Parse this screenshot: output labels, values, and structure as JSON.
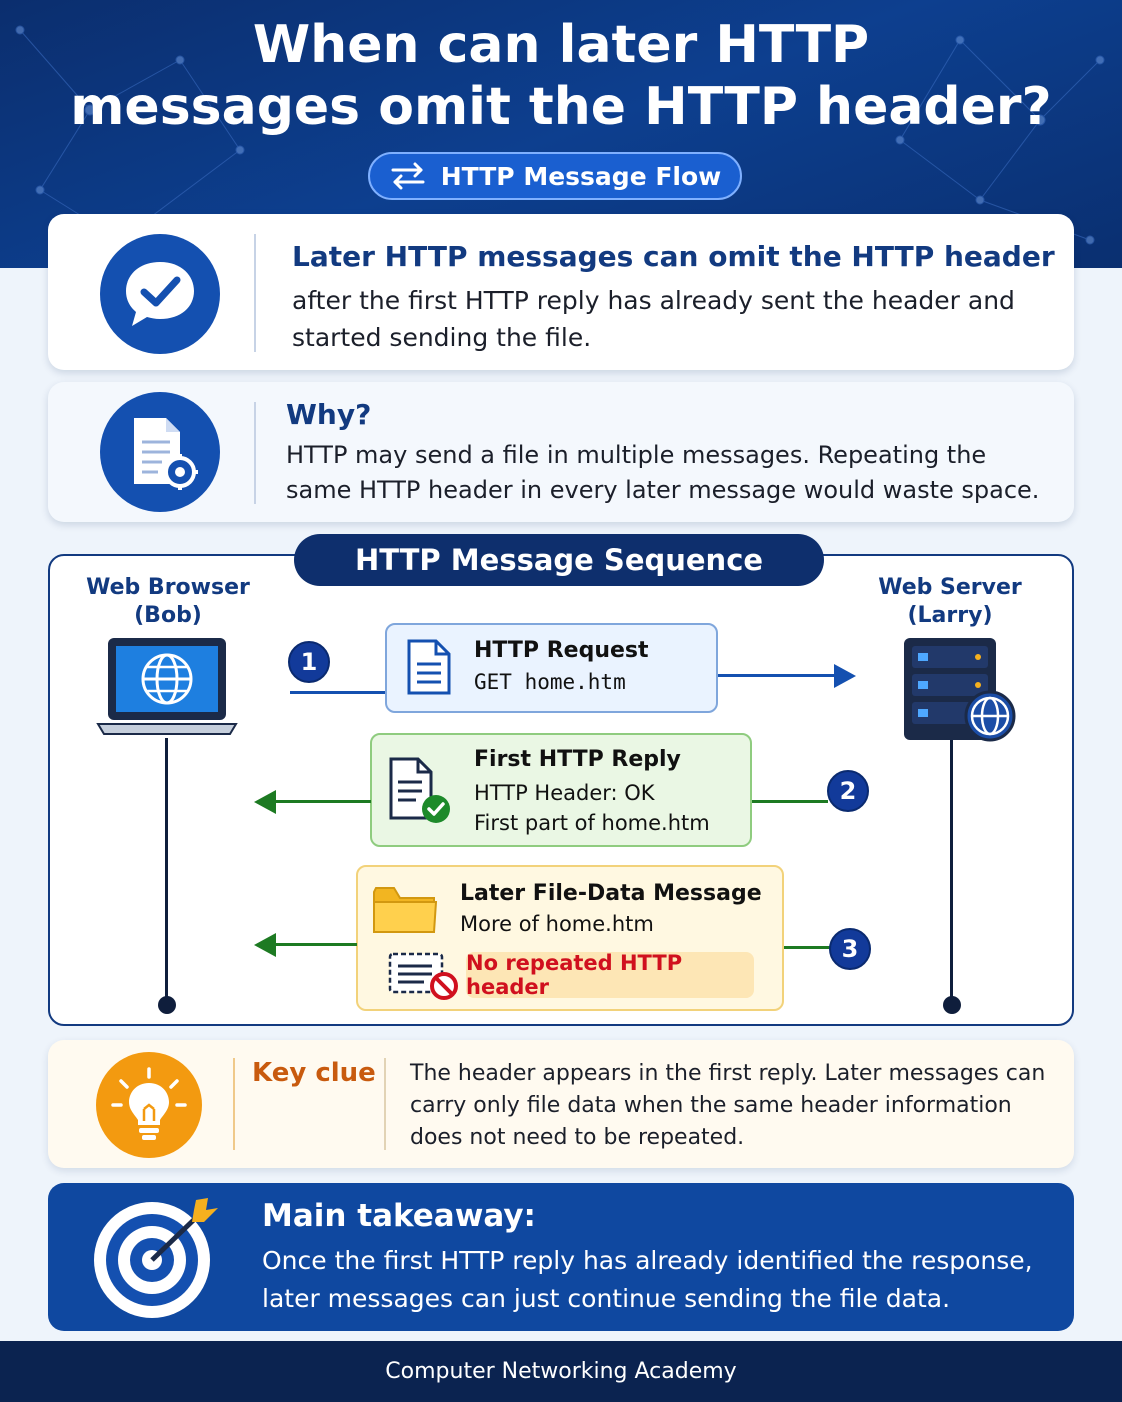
{
  "header": {
    "title_line1": "When can later HTTP",
    "title_line2": "messages omit the HTTP header?",
    "pill_label": "HTTP Message Flow"
  },
  "answer": {
    "title": "Later HTTP messages can omit the HTTP header",
    "body": "after the first HTTP reply has already sent the header and started sending the file."
  },
  "why": {
    "title": "Why?",
    "body": "HTTP may send a file in multiple messages. Repeating the same HTTP header in every later message would waste space."
  },
  "sequence": {
    "title": "HTTP Message Sequence",
    "client": {
      "line1": "Web Browser",
      "line2": "(Bob)"
    },
    "server": {
      "line1": "Web Server",
      "line2": "(Larry)"
    },
    "steps": [
      {
        "num": "1",
        "title": "HTTP Request",
        "line1": "GET home.htm"
      },
      {
        "num": "2",
        "title": "First HTTP Reply",
        "line1": "HTTP Header: OK",
        "line2": "First part of home.htm"
      },
      {
        "num": "3",
        "title": "Later File-Data Message",
        "line1": "More of home.htm",
        "warning": "No repeated HTTP header"
      }
    ]
  },
  "key_clue": {
    "label": "Key clue",
    "body": "The header appears in the first reply. Later messages can carry only file data when the same header information does not need to be repeated."
  },
  "takeaway": {
    "title": "Main takeaway:",
    "body": "Once the first HTTP reply has already identified the response, later messages can just continue sending the file data."
  },
  "footer": {
    "text": "Computer Networking Academy"
  },
  "colors": {
    "navy": "#0e2f6d",
    "blue": "#1a5fd0",
    "request_bg": "#eaf3ff",
    "reply_bg": "#eaf7e4",
    "later_bg": "#fff8e1",
    "green": "#1d7a22",
    "warning_red": "#d0101e",
    "key_orange": "#f39a10"
  },
  "icons": [
    "check-chat-icon",
    "document-gear-icon",
    "laptop-globe-icon",
    "server-globe-icon",
    "document-icon",
    "document-check-icon",
    "folder-icon",
    "no-header-icon",
    "lightbulb-icon",
    "target-icon",
    "swap-arrows-icon"
  ]
}
